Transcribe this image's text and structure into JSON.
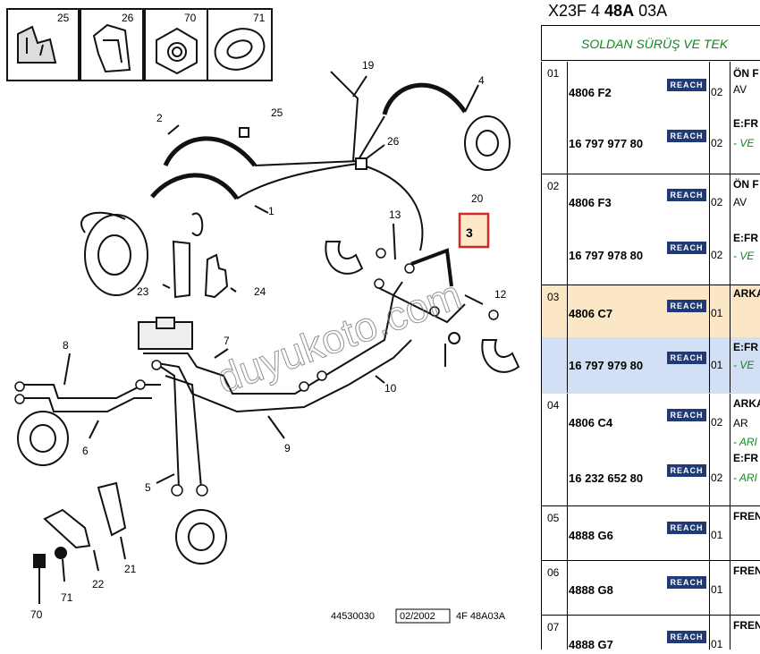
{
  "diagram": {
    "callouts": [
      "25",
      "26",
      "70",
      "71",
      "19",
      "4",
      "25",
      "2",
      "26",
      "1",
      "13",
      "3",
      "20",
      "12",
      "23",
      "24",
      "8",
      "7",
      "6",
      "10",
      "9",
      "5",
      "22",
      "21",
      "71",
      "70"
    ],
    "footer_code": "44530030",
    "footer_date": "02/2002",
    "footer_ref": "4F 48A03A",
    "watermark": "duyukoto.com",
    "accent_color": "#d0292a"
  },
  "panel": {
    "header_prefix": "X23F 4 ",
    "header_bold": "48A",
    "header_suffix": " 03A",
    "subheader": "SOLDAN SÜRÜŞ VE TEK",
    "reach_label": "REACH",
    "rows": [
      {
        "idx": "01",
        "parts": [
          {
            "pn": "4806 F2",
            "qty": "02"
          },
          {
            "pn": "16 797 977 80",
            "qty": "02"
          }
        ],
        "d1": "ÖN F",
        "d2": "AV",
        "d3": "E:FR",
        "d4": "- VE"
      },
      {
        "idx": "02",
        "parts": [
          {
            "pn": "4806 F3",
            "qty": "02"
          },
          {
            "pn": "16 797 978 80",
            "qty": "02"
          }
        ],
        "d1": "ÖN F",
        "d2": "AV",
        "d3": "E:FR",
        "d4": "- VE"
      },
      {
        "idx": "03",
        "parts": [
          {
            "pn": "4806 C7",
            "qty": "01"
          },
          {
            "pn": "16 797 979 80",
            "qty": "01"
          }
        ],
        "d1": "ARKA",
        "d2": "",
        "d3": "E:FR",
        "d4": "- VE"
      },
      {
        "idx": "04",
        "parts": [
          {
            "pn": "4806 C4",
            "qty": "02"
          },
          {
            "pn": "16 232 652 80",
            "qty": "02"
          }
        ],
        "d1": "ARKA",
        "d2": "AR",
        "d2b": "- ARI",
        "d3": "E:FR",
        "d4": "- ARI"
      },
      {
        "idx": "05",
        "parts": [
          {
            "pn": "4888 G6",
            "qty": "01"
          }
        ],
        "d1": "FREN"
      },
      {
        "idx": "06",
        "parts": [
          {
            "pn": "4888 G8",
            "qty": "01"
          }
        ],
        "d1": "FREN"
      },
      {
        "idx": "07",
        "parts": [
          {
            "pn": "4888 G7",
            "qty": "01"
          }
        ],
        "d1": "FREN"
      }
    ]
  }
}
